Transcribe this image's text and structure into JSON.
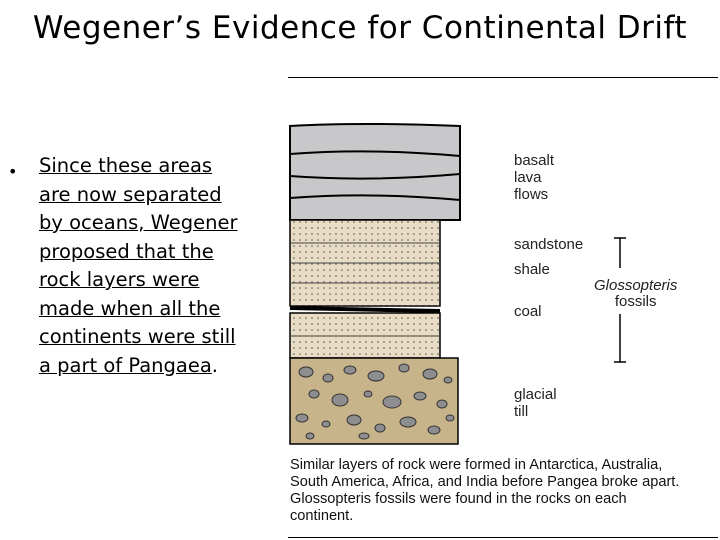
{
  "title": "Wegener’s Evidence for Continental Drift",
  "bullet": {
    "symbol": "•",
    "lines": [
      "Since these areas",
      "are now separated",
      "by oceans, Wegener",
      "proposed that the",
      "rock layers were",
      "made when all the",
      "continents were still",
      "a part of Pangaea"
    ],
    "ending": "."
  },
  "figure": {
    "labels": {
      "basalt": [
        "basalt",
        "lava",
        "flows"
      ],
      "sandstone": "sandstone",
      "shale": "shale",
      "coal": "coal",
      "glacial": [
        "glacial",
        "till"
      ],
      "fossils": [
        "Glossopteris",
        "fossils"
      ]
    },
    "colors": {
      "basalt": "#c8c8ca",
      "sandstone": "#e8dcc4",
      "till": "#c8b48a",
      "pebble": "#8e8e90"
    },
    "caption": [
      "Similar layers of rock were formed in Antarctica, Australia,",
      "South America, Africa, and India before Pangea broke apart.",
      "Glossopteris fossils were found in the rocks on each",
      "continent."
    ]
  }
}
